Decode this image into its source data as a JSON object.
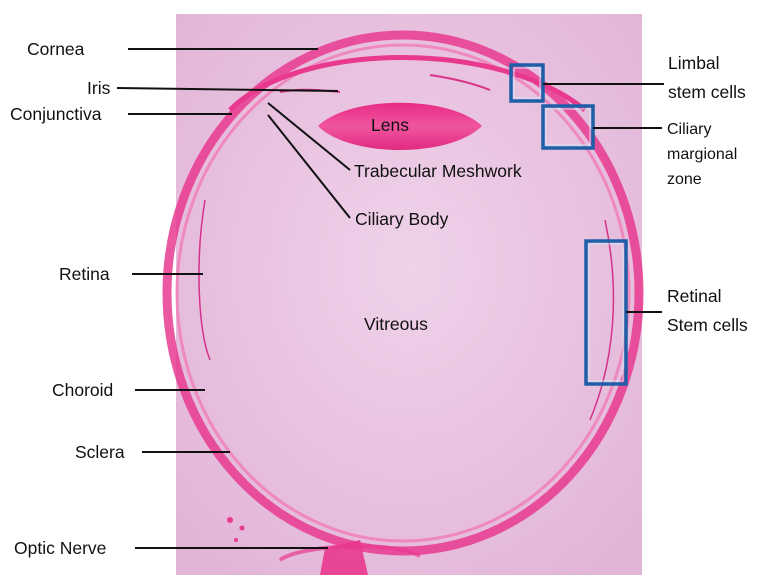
{
  "figure": {
    "labels": {
      "cornea": "Cornea",
      "iris": "Iris",
      "conjunctiva": "Conjunctiva",
      "retina": "Retina",
      "choroid": "Choroid",
      "sclera": "Sclera",
      "optic_nerve": "Optic Nerve",
      "lens": "Lens",
      "trabecular_meshwork": "Trabecular Meshwork",
      "ciliary_body": "Ciliary Body",
      "vitreous": "Vitreous",
      "limbal_stem_cells": [
        "Limbal",
        "stem cells"
      ],
      "ciliary_marginal_zone": [
        "Ciliary",
        "margional",
        "zone"
      ],
      "retinal_stem_cells": [
        "Retinal",
        "Stem cells"
      ]
    },
    "colors": {
      "background_tissue": "#e7bfdf",
      "tissue_stain": "#e8398f",
      "highlight_box": "#1f5fa8",
      "label_text": "#111111"
    }
  }
}
